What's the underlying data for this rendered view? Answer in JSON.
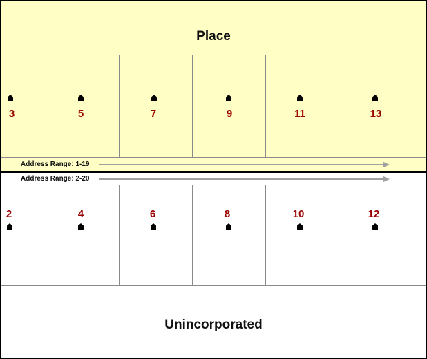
{
  "zones": {
    "place": {
      "label": "Place",
      "color": "#ffffc5"
    },
    "unincorporated": {
      "label": "Unincorporated",
      "color": "#ffffff"
    }
  },
  "address_ranges": {
    "odd": "Address Range: 1-19",
    "even": "Address Range: 2-20"
  },
  "odd_lots": [
    "3",
    "5",
    "7",
    "9",
    "11",
    "13"
  ],
  "even_lots": [
    "2",
    "4",
    "6",
    "8",
    "10",
    "12"
  ],
  "icons": {
    "lot": "house-icon",
    "range": "arrow-right-icon"
  },
  "colors": {
    "lot_number": "#9b0000",
    "arrow": "#a0a0a0",
    "grid": "#8a8a8a"
  }
}
